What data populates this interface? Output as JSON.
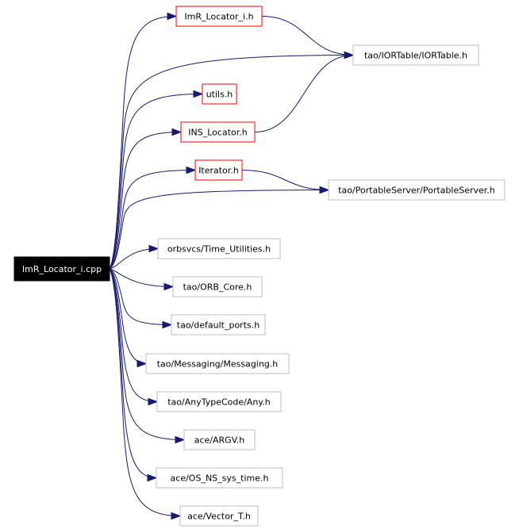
{
  "root": {
    "label": "ImR_Locator_i.cpp",
    "fill": "#000000",
    "text_color": "#ffffff"
  },
  "nodes": [
    {
      "id": "imr_locator_h",
      "label": "ImR_Locator_i.h",
      "border": "#ff0000"
    },
    {
      "id": "iortable_h",
      "label": "tao/IORTable/IORTable.h",
      "border": "#bfbfbf"
    },
    {
      "id": "utils_h",
      "label": "utils.h",
      "border": "#ff0000"
    },
    {
      "id": "ins_locator_h",
      "label": "INS_Locator.h",
      "border": "#ff0000"
    },
    {
      "id": "iterator_h",
      "label": "Iterator.h",
      "border": "#ff0000"
    },
    {
      "id": "portableserver_h",
      "label": "tao/PortableServer/PortableServer.h",
      "border": "#bfbfbf"
    },
    {
      "id": "time_utilities_h",
      "label": "orbsvcs/Time_Utilities.h",
      "border": "#bfbfbf"
    },
    {
      "id": "orb_core_h",
      "label": "tao/ORB_Core.h",
      "border": "#bfbfbf"
    },
    {
      "id": "default_ports_h",
      "label": "tao/default_ports.h",
      "border": "#bfbfbf"
    },
    {
      "id": "messaging_h",
      "label": "tao/Messaging/Messaging.h",
      "border": "#bfbfbf"
    },
    {
      "id": "any_h",
      "label": "tao/AnyTypeCode/Any.h",
      "border": "#bfbfbf"
    },
    {
      "id": "argv_h",
      "label": "ace/ARGV.h",
      "border": "#bfbfbf"
    },
    {
      "id": "os_ns_sys_time_h",
      "label": "ace/OS_NS_sys_time.h",
      "border": "#bfbfbf"
    },
    {
      "id": "vector_t_h",
      "label": "ace/Vector_T.h",
      "border": "#bfbfbf"
    }
  ],
  "edges": [
    [
      "root",
      "imr_locator_h"
    ],
    [
      "root",
      "iortable_h"
    ],
    [
      "root",
      "utils_h"
    ],
    [
      "root",
      "ins_locator_h"
    ],
    [
      "root",
      "iterator_h"
    ],
    [
      "root",
      "portableserver_h"
    ],
    [
      "root",
      "time_utilities_h"
    ],
    [
      "root",
      "orb_core_h"
    ],
    [
      "root",
      "default_ports_h"
    ],
    [
      "root",
      "messaging_h"
    ],
    [
      "root",
      "any_h"
    ],
    [
      "root",
      "argv_h"
    ],
    [
      "root",
      "os_ns_sys_time_h"
    ],
    [
      "root",
      "vector_t_h"
    ],
    [
      "imr_locator_h",
      "iortable_h"
    ],
    [
      "ins_locator_h",
      "iortable_h"
    ],
    [
      "iterator_h",
      "portableserver_h"
    ]
  ],
  "colors": {
    "edge": "#191970"
  }
}
